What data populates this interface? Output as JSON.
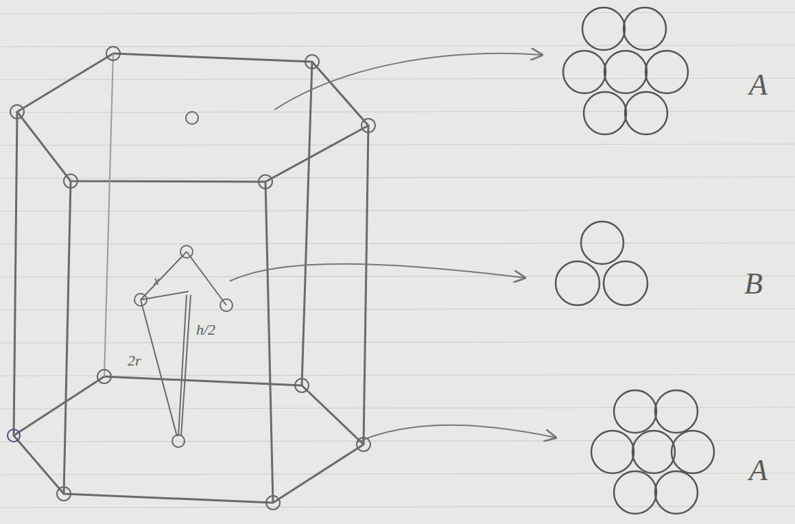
{
  "diagram": {
    "labels": [
      "x",
      "2r",
      "h/2",
      "A",
      "B",
      "A"
    ]
  }
}
